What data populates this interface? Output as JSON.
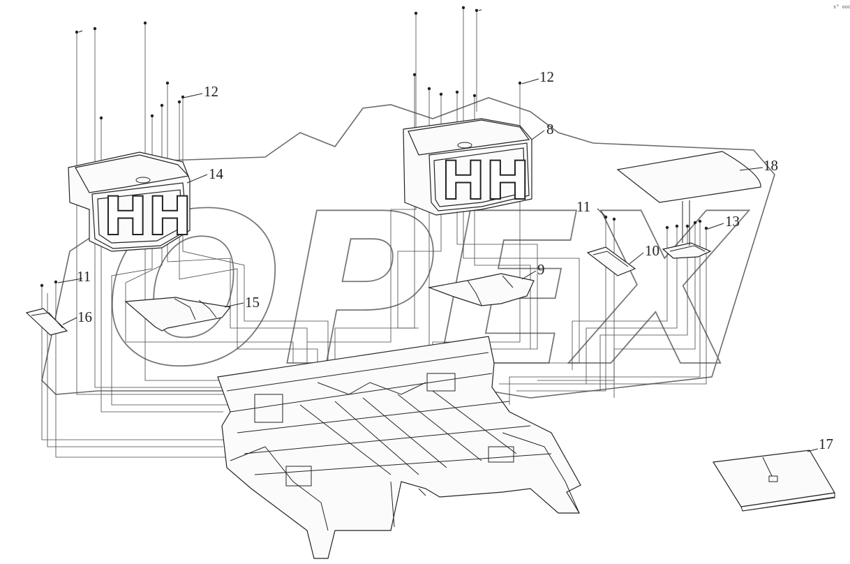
{
  "diagram": {
    "watermark_text": "OPEX",
    "corner_mark": "s° ooo",
    "box_marking": "HH",
    "callouts": [
      {
        "id": "c17",
        "label": "17"
      },
      {
        "id": "c18",
        "label": "18"
      },
      {
        "id": "c12a",
        "label": "12"
      },
      {
        "id": "c12b",
        "label": "12"
      },
      {
        "id": "c8",
        "label": "8"
      },
      {
        "id": "c14",
        "label": "14"
      },
      {
        "id": "c11a",
        "label": "11"
      },
      {
        "id": "c11b",
        "label": "11"
      },
      {
        "id": "c10",
        "label": "10"
      },
      {
        "id": "c13",
        "label": "13"
      },
      {
        "id": "c9",
        "label": "9"
      },
      {
        "id": "c15",
        "label": "15"
      },
      {
        "id": "c16",
        "label": "16"
      }
    ]
  }
}
